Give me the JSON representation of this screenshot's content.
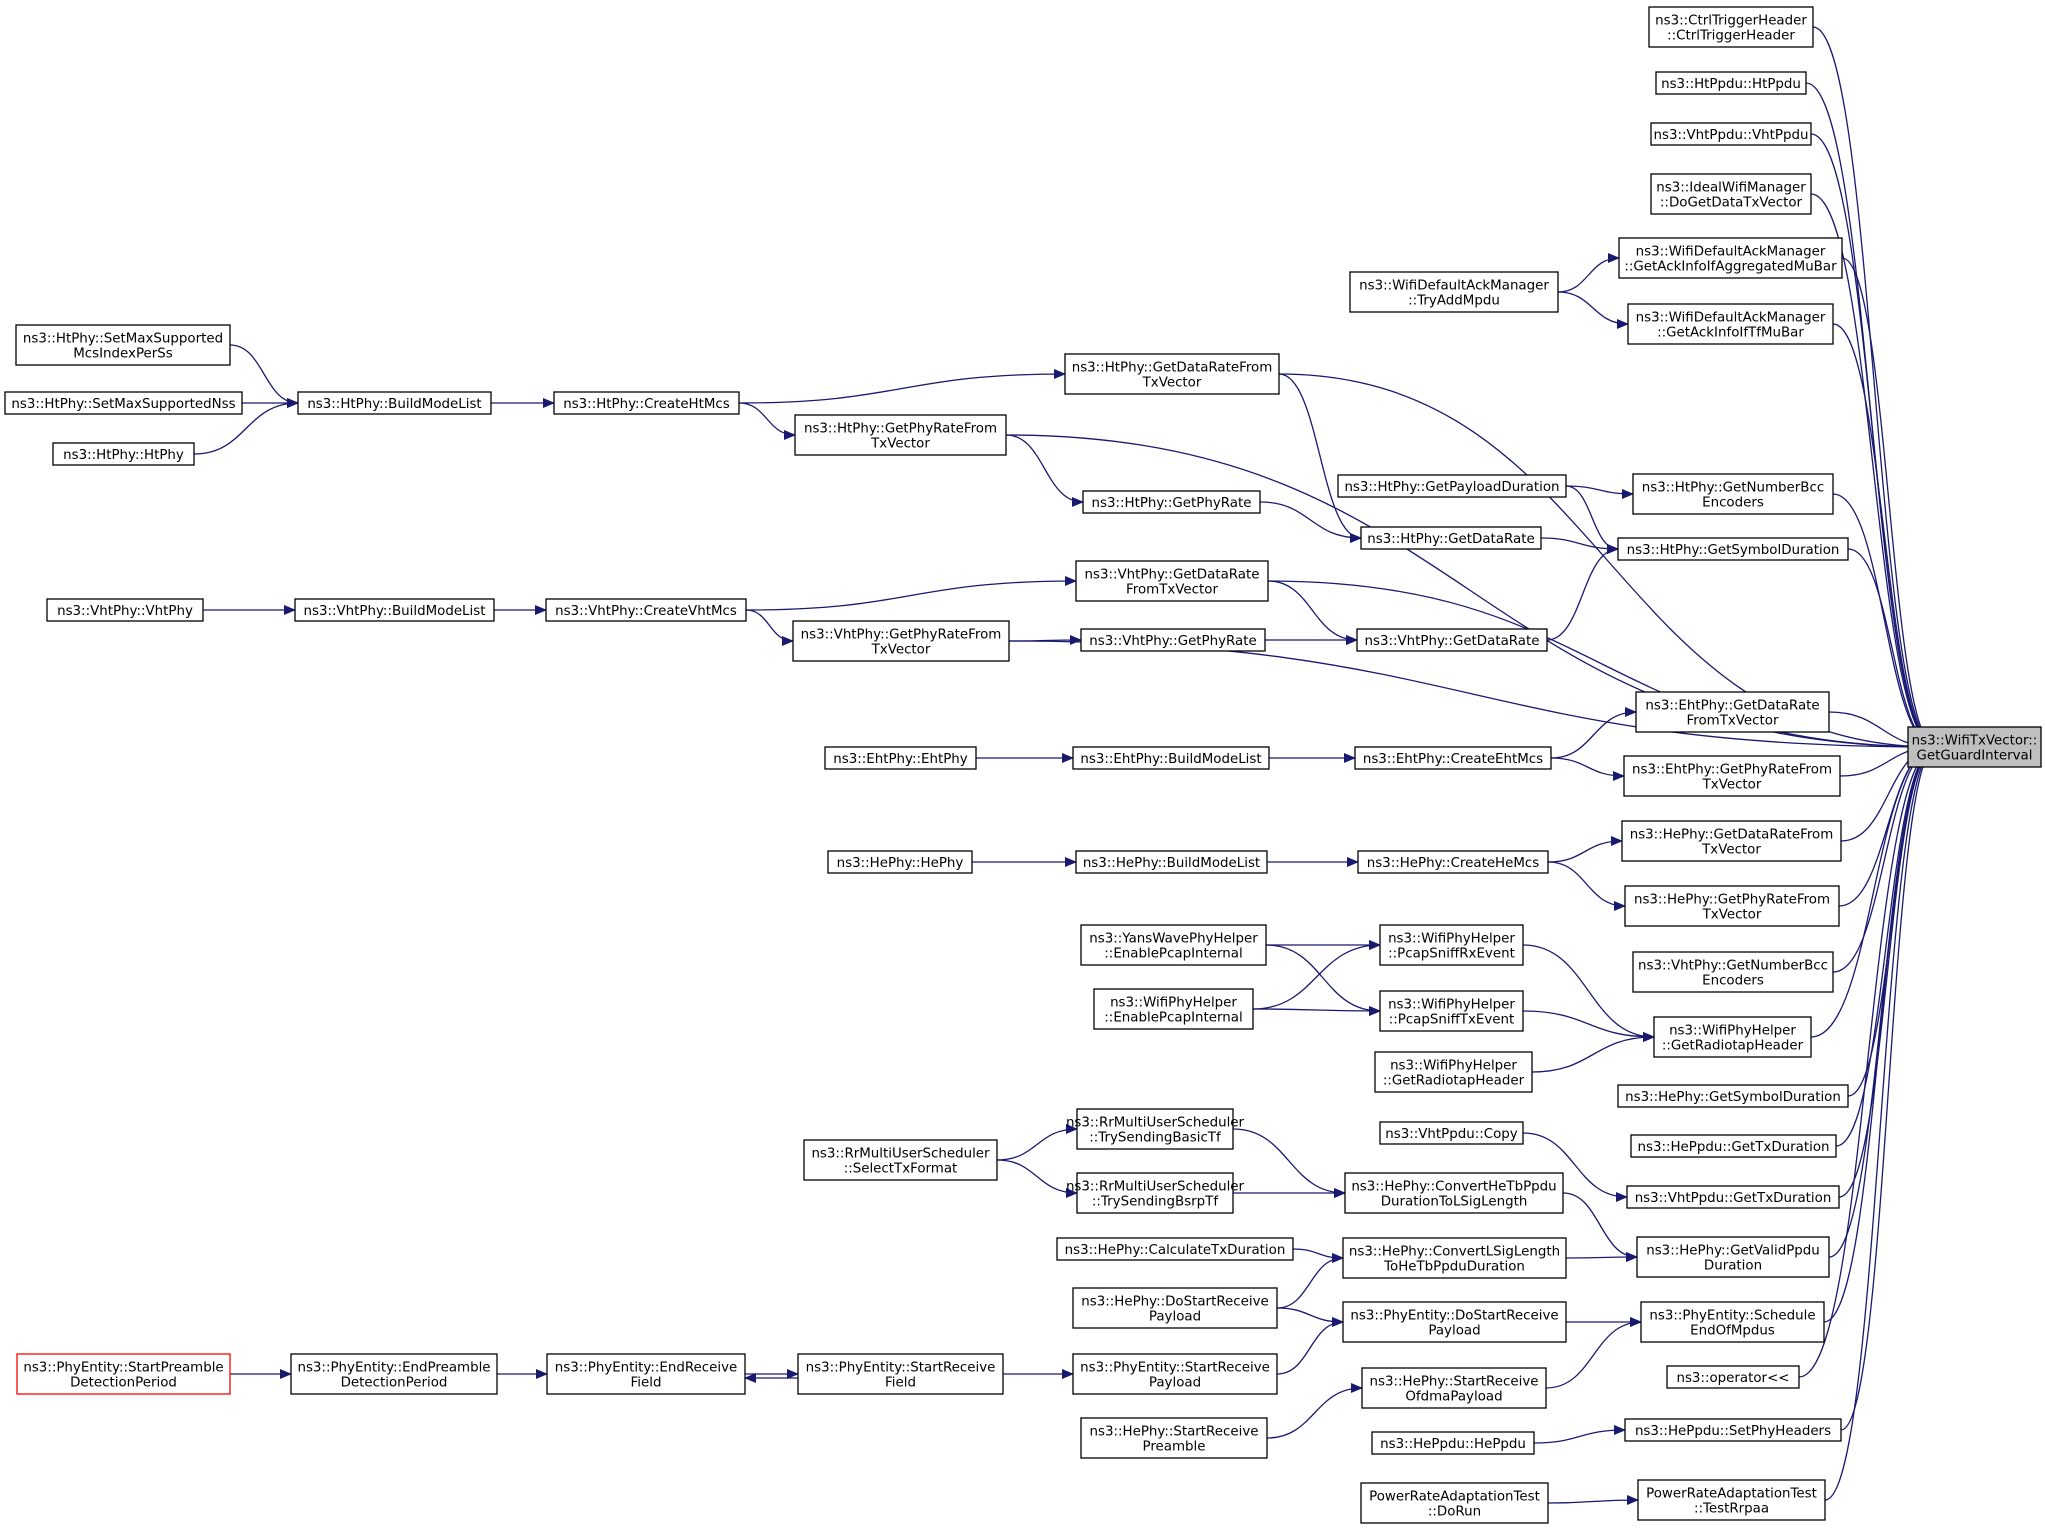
{
  "graph": {
    "edge_color": "#191970",
    "node_border": "#000000",
    "focus_node_fill": "#bfbfbf",
    "incomplete_node_border": "#ff0000",
    "nodes": [
      {
        "id": "target",
        "lines": [
          "ns3::WifiTxVector::",
          "GetGuardInterval"
        ]
      },
      {
        "id": "n1",
        "lines": [
          "ns3::CtrlTriggerHeader",
          "::CtrlTriggerHeader"
        ]
      },
      {
        "id": "n2",
        "lines": [
          "ns3::HtPpdu::HtPpdu"
        ]
      },
      {
        "id": "n3",
        "lines": [
          "ns3::VhtPpdu::VhtPpdu"
        ]
      },
      {
        "id": "n4",
        "lines": [
          "ns3::IdealWifiManager",
          "::DoGetDataTxVector"
        ]
      },
      {
        "id": "n5",
        "lines": [
          "ns3::WifiDefaultAckManager",
          "::GetAckInfoIfAggregatedMuBar"
        ]
      },
      {
        "id": "n6",
        "lines": [
          "ns3::WifiDefaultAckManager",
          "::TryAddMpdu"
        ]
      },
      {
        "id": "n7",
        "lines": [
          "ns3::WifiDefaultAckManager",
          "::GetAckInfoIfTfMuBar"
        ]
      },
      {
        "id": "n8",
        "lines": [
          "ns3::HtPhy::GetDataRateFrom",
          "TxVector"
        ]
      },
      {
        "id": "n9",
        "lines": [
          "ns3::HtPhy::CreateHtMcs"
        ]
      },
      {
        "id": "n10",
        "lines": [
          "ns3::HtPhy::BuildModeList"
        ]
      },
      {
        "id": "n11",
        "lines": [
          "ns3::HtPhy::SetMaxSupported",
          "McsIndexPerSs"
        ]
      },
      {
        "id": "n12",
        "lines": [
          "ns3::HtPhy::SetMaxSupportedNss"
        ]
      },
      {
        "id": "n13",
        "lines": [
          "ns3::HtPhy::HtPhy"
        ]
      },
      {
        "id": "n14",
        "lines": [
          "ns3::HtPhy::GetPhyRateFrom",
          "TxVector"
        ]
      },
      {
        "id": "n15",
        "lines": [
          "ns3::HtPhy::GetPhyRate"
        ]
      },
      {
        "id": "n16",
        "lines": [
          "ns3::HtPhy::GetDataRate"
        ]
      },
      {
        "id": "n17",
        "lines": [
          "ns3::HtPhy::GetPayloadDuration"
        ]
      },
      {
        "id": "n18",
        "lines": [
          "ns3::HtPhy::GetNumberBcc",
          "Encoders"
        ]
      },
      {
        "id": "n19",
        "lines": [
          "ns3::HtPhy::GetSymbolDuration"
        ]
      },
      {
        "id": "n20",
        "lines": [
          "ns3::VhtPhy::GetDataRate",
          "FromTxVector"
        ]
      },
      {
        "id": "n21",
        "lines": [
          "ns3::VhtPhy::CreateVhtMcs"
        ]
      },
      {
        "id": "n22",
        "lines": [
          "ns3::VhtPhy::BuildModeList"
        ]
      },
      {
        "id": "n23",
        "lines": [
          "ns3::VhtPhy::VhtPhy"
        ]
      },
      {
        "id": "n24",
        "lines": [
          "ns3::VhtPhy::GetPhyRateFrom",
          "TxVector"
        ]
      },
      {
        "id": "n25",
        "lines": [
          "ns3::VhtPhy::GetPhyRate"
        ]
      },
      {
        "id": "n26",
        "lines": [
          "ns3::VhtPhy::GetDataRate"
        ]
      },
      {
        "id": "n27",
        "lines": [
          "ns3::EhtPhy::GetDataRate",
          "FromTxVector"
        ]
      },
      {
        "id": "n28",
        "lines": [
          "ns3::EhtPhy::CreateEhtMcs"
        ]
      },
      {
        "id": "n29",
        "lines": [
          "ns3::EhtPhy::BuildModeList"
        ]
      },
      {
        "id": "n30",
        "lines": [
          "ns3::EhtPhy::EhtPhy"
        ]
      },
      {
        "id": "n31",
        "lines": [
          "ns3::EhtPhy::GetPhyRateFrom",
          "TxVector"
        ]
      },
      {
        "id": "n32",
        "lines": [
          "ns3::HePhy::GetDataRateFrom",
          "TxVector"
        ]
      },
      {
        "id": "n33",
        "lines": [
          "ns3::HePhy::CreateHeMcs"
        ]
      },
      {
        "id": "n34",
        "lines": [
          "ns3::HePhy::BuildModeList"
        ]
      },
      {
        "id": "n35",
        "lines": [
          "ns3::HePhy::HePhy"
        ]
      },
      {
        "id": "n36",
        "lines": [
          "ns3::HePhy::GetPhyRateFrom",
          "TxVector"
        ]
      },
      {
        "id": "n37",
        "lines": [
          "ns3::WifiPhyHelper",
          "::PcapSniffRxEvent"
        ]
      },
      {
        "id": "n38",
        "lines": [
          "ns3::YansWavePhyHelper",
          "::EnablePcapInternal"
        ]
      },
      {
        "id": "n39",
        "lines": [
          "ns3::WifiPhyHelper",
          "::EnablePcapInternal"
        ]
      },
      {
        "id": "n40",
        "lines": [
          "ns3::WifiPhyHelper",
          "::PcapSniffTxEvent"
        ]
      },
      {
        "id": "n41",
        "lines": [
          "ns3::VhtPhy::GetNumberBcc",
          "Encoders"
        ]
      },
      {
        "id": "n42",
        "lines": [
          "ns3::WifiPhyHelper",
          "::GetRadiotapHeader"
        ]
      },
      {
        "id": "n43",
        "lines": [
          "ns3::WifiPhyHelper",
          "::GetRadiotapHeader"
        ]
      },
      {
        "id": "n44",
        "lines": [
          "ns3::HePhy::GetSymbolDuration"
        ]
      },
      {
        "id": "n45",
        "lines": [
          "ns3::HePpdu::GetTxDuration"
        ]
      },
      {
        "id": "n46",
        "lines": [
          "ns3::VhtPpdu::Copy"
        ]
      },
      {
        "id": "n47",
        "lines": [
          "ns3::VhtPpdu::GetTxDuration"
        ]
      },
      {
        "id": "n48",
        "lines": [
          "ns3::RrMultiUserScheduler",
          "::TrySendingBasicTf"
        ]
      },
      {
        "id": "n49",
        "lines": [
          "ns3::RrMultiUserScheduler",
          "::SelectTxFormat"
        ]
      },
      {
        "id": "n50",
        "lines": [
          "ns3::RrMultiUserScheduler",
          "::TrySendingBsrpTf"
        ]
      },
      {
        "id": "n51",
        "lines": [
          "ns3::HePhy::ConvertHeTbPpdu",
          "DurationToLSigLength"
        ]
      },
      {
        "id": "n52",
        "lines": [
          "ns3::HePhy::GetValidPpdu",
          "Duration"
        ]
      },
      {
        "id": "n53",
        "lines": [
          "ns3::HePhy::CalculateTxDuration"
        ]
      },
      {
        "id": "n54",
        "lines": [
          "ns3::HePhy::ConvertLSigLength",
          "ToHeTbPpduDuration"
        ]
      },
      {
        "id": "n55",
        "lines": [
          "ns3::HePhy::DoStartReceive",
          "Payload"
        ]
      },
      {
        "id": "n56",
        "lines": [
          "ns3::PhyEntity::DoStartReceive",
          "Payload"
        ]
      },
      {
        "id": "n57",
        "lines": [
          "ns3::PhyEntity::Schedule",
          "EndOfMpdus"
        ]
      },
      {
        "id": "n58",
        "lines": [
          "ns3::PhyEntity::StartPreamble",
          "DetectionPeriod"
        ]
      },
      {
        "id": "n59",
        "lines": [
          "ns3::PhyEntity::EndPreamble",
          "DetectionPeriod"
        ]
      },
      {
        "id": "n60",
        "lines": [
          "ns3::PhyEntity::EndReceive",
          "Field"
        ]
      },
      {
        "id": "n61",
        "lines": [
          "ns3::PhyEntity::StartReceive",
          "Field"
        ]
      },
      {
        "id": "n62",
        "lines": [
          "ns3::PhyEntity::StartReceive",
          "Payload"
        ]
      },
      {
        "id": "n63",
        "lines": [
          "ns3::HePhy::StartReceive",
          "OfdmaPayload"
        ]
      },
      {
        "id": "n64",
        "lines": [
          "ns3::operator<<"
        ]
      },
      {
        "id": "n65",
        "lines": [
          "ns3::HePhy::StartReceive",
          "Preamble"
        ]
      },
      {
        "id": "n66",
        "lines": [
          "ns3::HePpdu::HePpdu"
        ]
      },
      {
        "id": "n67",
        "lines": [
          "ns3::HePpdu::SetPhyHeaders"
        ]
      },
      {
        "id": "n68",
        "lines": [
          "PowerRateAdaptationTest",
          "::DoRun"
        ]
      },
      {
        "id": "n69",
        "lines": [
          "PowerRateAdaptationTest",
          "::TestRrpaa"
        ]
      }
    ],
    "edges": [
      [
        "n1",
        "target"
      ],
      [
        "n2",
        "target"
      ],
      [
        "n3",
        "target"
      ],
      [
        "n4",
        "target"
      ],
      [
        "n5",
        "target"
      ],
      [
        "n7",
        "target"
      ],
      [
        "n6",
        "n5"
      ],
      [
        "n6",
        "n7"
      ],
      [
        "n8",
        "target"
      ],
      [
        "n9",
        "n8"
      ],
      [
        "n9",
        "n14"
      ],
      [
        "n10",
        "n9"
      ],
      [
        "n11",
        "n10"
      ],
      [
        "n12",
        "n10"
      ],
      [
        "n13",
        "n10"
      ],
      [
        "n14",
        "target"
      ],
      [
        "n14",
        "n15"
      ],
      [
        "n15",
        "n16"
      ],
      [
        "n8",
        "n16"
      ],
      [
        "n17",
        "n18"
      ],
      [
        "n17",
        "n19"
      ],
      [
        "n16",
        "n19"
      ],
      [
        "n18",
        "target"
      ],
      [
        "n19",
        "target"
      ],
      [
        "n20",
        "target"
      ],
      [
        "n21",
        "n20"
      ],
      [
        "n21",
        "n24"
      ],
      [
        "n22",
        "n21"
      ],
      [
        "n23",
        "n22"
      ],
      [
        "n24",
        "n25"
      ],
      [
        "n24",
        "target"
      ],
      [
        "n25",
        "n26"
      ],
      [
        "n20",
        "n26"
      ],
      [
        "n26",
        "n19"
      ],
      [
        "n27",
        "target"
      ],
      [
        "n28",
        "n27"
      ],
      [
        "n28",
        "n31"
      ],
      [
        "n29",
        "n28"
      ],
      [
        "n30",
        "n29"
      ],
      [
        "n31",
        "target"
      ],
      [
        "n32",
        "target"
      ],
      [
        "n33",
        "n32"
      ],
      [
        "n33",
        "n36"
      ],
      [
        "n34",
        "n33"
      ],
      [
        "n35",
        "n34"
      ],
      [
        "n36",
        "target"
      ],
      [
        "n38",
        "n37"
      ],
      [
        "n38",
        "n40"
      ],
      [
        "n39",
        "n37"
      ],
      [
        "n39",
        "n40"
      ],
      [
        "n37",
        "n42"
      ],
      [
        "n40",
        "n42"
      ],
      [
        "n43",
        "n42"
      ],
      [
        "n42",
        "target"
      ],
      [
        "n41",
        "target"
      ],
      [
        "n44",
        "target"
      ],
      [
        "n45",
        "target"
      ],
      [
        "n46",
        "n47"
      ],
      [
        "n47",
        "target"
      ],
      [
        "n49",
        "n48"
      ],
      [
        "n49",
        "n50"
      ],
      [
        "n48",
        "n51"
      ],
      [
        "n50",
        "n51"
      ],
      [
        "n51",
        "n52"
      ],
      [
        "n52",
        "target"
      ],
      [
        "n53",
        "n54"
      ],
      [
        "n55",
        "n54"
      ],
      [
        "n54",
        "n52"
      ],
      [
        "n55",
        "n56"
      ],
      [
        "n56",
        "n57"
      ],
      [
        "n62",
        "n56"
      ],
      [
        "n63",
        "n57"
      ],
      [
        "n57",
        "target"
      ],
      [
        "n58",
        "n59"
      ],
      [
        "n59",
        "n60"
      ],
      [
        "n60",
        "n61"
      ],
      [
        "n61",
        "n60"
      ],
      [
        "n61",
        "n62"
      ],
      [
        "n65",
        "n63"
      ],
      [
        "n64",
        "target"
      ],
      [
        "n66",
        "n67"
      ],
      [
        "n67",
        "target"
      ],
      [
        "n68",
        "n69"
      ],
      [
        "n69",
        "target"
      ]
    ]
  }
}
